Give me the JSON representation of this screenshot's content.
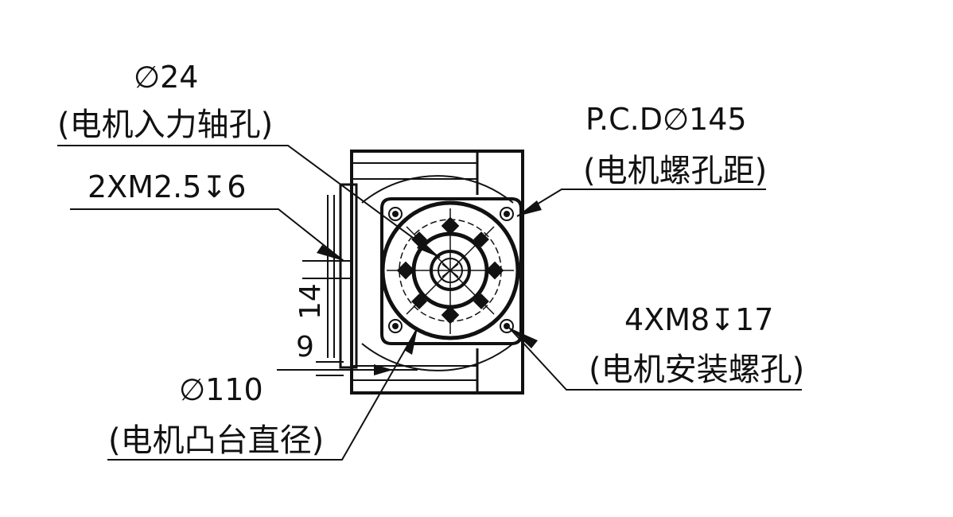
{
  "callouts": {
    "shaft_hole": {
      "dim": "∅24",
      "desc": "(电机入力轴孔)"
    },
    "thread_hole": {
      "dim": "2XM2.5↧6"
    },
    "pcd": {
      "dim": "P.C.D∅145",
      "desc": "(电机螺孔距)"
    },
    "mount_hole": {
      "dim": "4XM8↧17",
      "desc": "(电机安装螺孔)"
    },
    "spigot": {
      "dim": "∅110",
      "desc": "(电机凸台直径)"
    }
  },
  "dimensions": {
    "d14": "14",
    "d9": "9"
  },
  "colors": {
    "line": "#111111",
    "background": "#ffffff"
  }
}
